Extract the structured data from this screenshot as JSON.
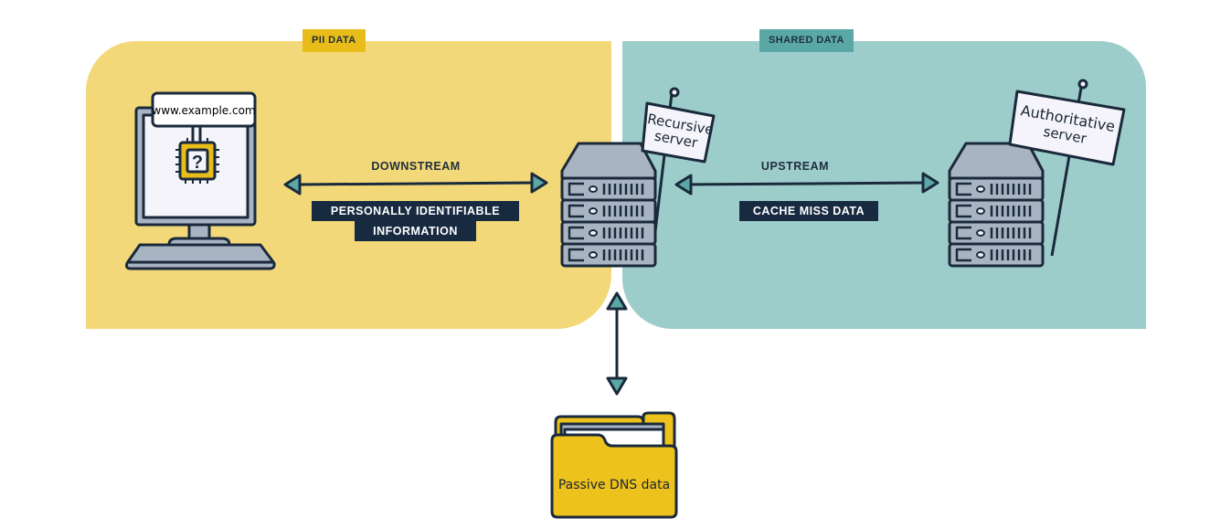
{
  "zones": {
    "pii": {
      "label": "PII DATA",
      "color": "#f2d878",
      "tag_color": "#e8bd1a"
    },
    "shared": {
      "label": "SHARED DATA",
      "color": "#9dcdcb",
      "tag_color": "#5aa8a6"
    }
  },
  "client": {
    "icon": "computer-icon",
    "url_label": "www.example.com",
    "chip_glyph": "?"
  },
  "downstream": {
    "label": "DOWNSTREAM",
    "badge_line1": "PERSONALLY IDENTIFIABLE",
    "badge_line2": "INFORMATION"
  },
  "recursive_server": {
    "icon": "server-icon",
    "sign_line1": "Recursive",
    "sign_line2": "server"
  },
  "upstream": {
    "label": "UPSTREAM",
    "badge": "CACHE MISS DATA"
  },
  "authoritative_server": {
    "icon": "server-icon",
    "sign_line1": "Authoritative",
    "sign_line2": "server"
  },
  "passive_dns": {
    "icon": "folder-icon",
    "label": "Passive DNS data"
  },
  "colors": {
    "ink": "#1a2a3c",
    "arrow_head": "#5aa8a6",
    "server_gray": "#a9b4c2",
    "folder_yellow": "#eec21c",
    "badge_dark": "#172a40"
  }
}
